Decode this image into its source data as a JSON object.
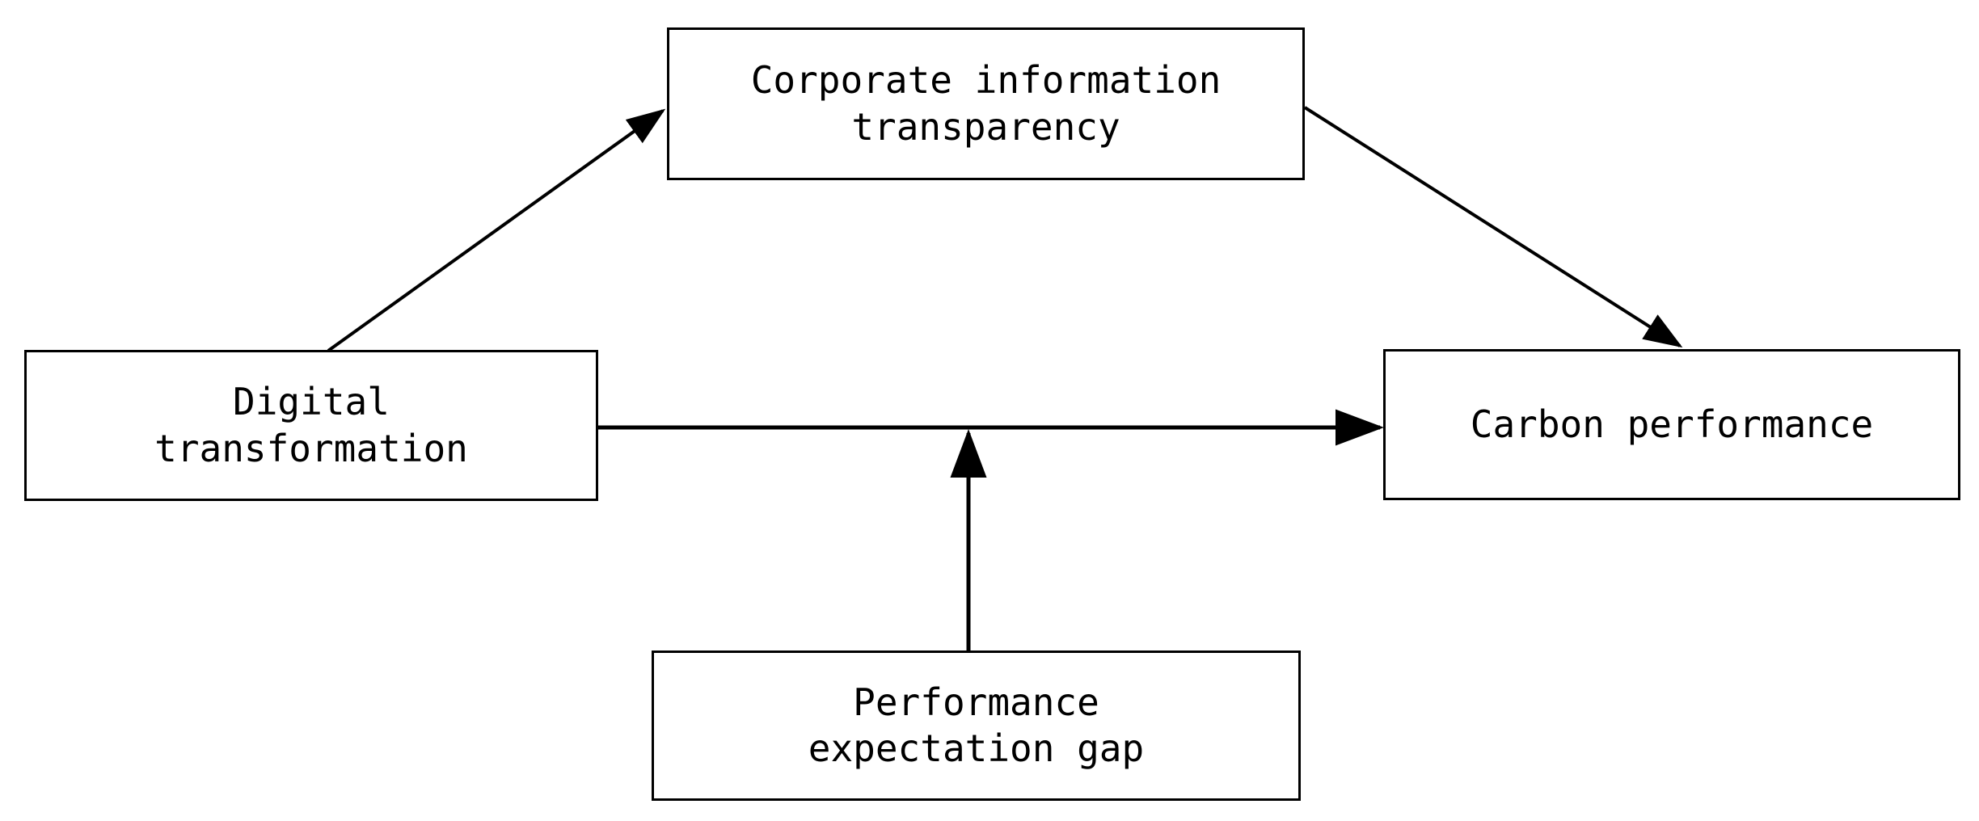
{
  "diagram": {
    "type": "conceptual-model",
    "title": "Digital transformation and carbon performance conceptual model",
    "background_color": "#ffffff",
    "line_color": "#000000",
    "box_border_color": "#000000",
    "box_fill_color": "#ffffff",
    "nodes": [
      {
        "id": "corporate-information-transparency",
        "label": "Corporate information\ntransparency",
        "role": "mediator"
      },
      {
        "id": "digital-transformation",
        "label": "Digital\ntransformation",
        "role": "independent-variable"
      },
      {
        "id": "carbon-performance",
        "label": "Carbon performance",
        "role": "dependent-variable"
      },
      {
        "id": "performance-expectation-gap",
        "label": "Performance\nexpectation gap",
        "role": "moderator"
      }
    ],
    "edges": [
      {
        "id": "edge-digital-to-transparency",
        "from": "digital-transformation",
        "to": "corporate-information-transparency",
        "style": "solid",
        "arrow": "end"
      },
      {
        "id": "edge-transparency-to-carbon",
        "from": "corporate-information-transparency",
        "to": "carbon-performance",
        "style": "solid",
        "arrow": "end"
      },
      {
        "id": "edge-digital-to-carbon",
        "from": "digital-transformation",
        "to": "carbon-performance",
        "style": "solid",
        "arrow": "end"
      },
      {
        "id": "edge-gap-to-direct-path",
        "from": "performance-expectation-gap",
        "to": "edge-digital-to-carbon",
        "style": "solid",
        "arrow": "end"
      }
    ]
  }
}
